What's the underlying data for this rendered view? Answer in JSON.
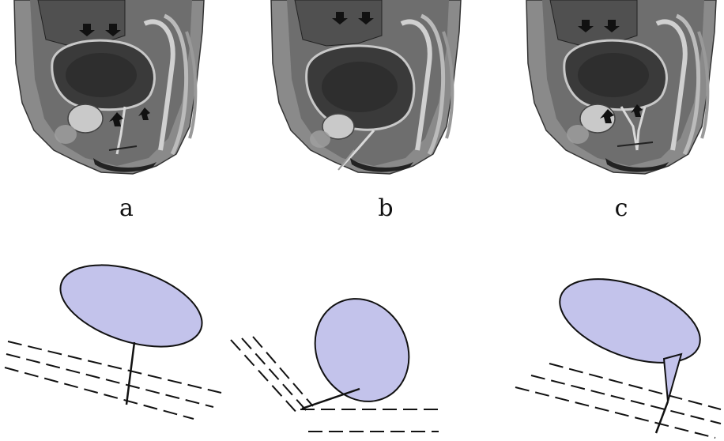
{
  "panels": [
    {
      "id": "a",
      "label": "a"
    },
    {
      "id": "b",
      "label": "b"
    },
    {
      "id": "c",
      "label": "c"
    }
  ],
  "colors": {
    "bladder_fill": "#c3c3eb",
    "outline": "#111111",
    "tissue_dark": "#3e3e3e",
    "tissue_mid": "#7a7a7a",
    "tissue_light": "#b8b8b8"
  }
}
